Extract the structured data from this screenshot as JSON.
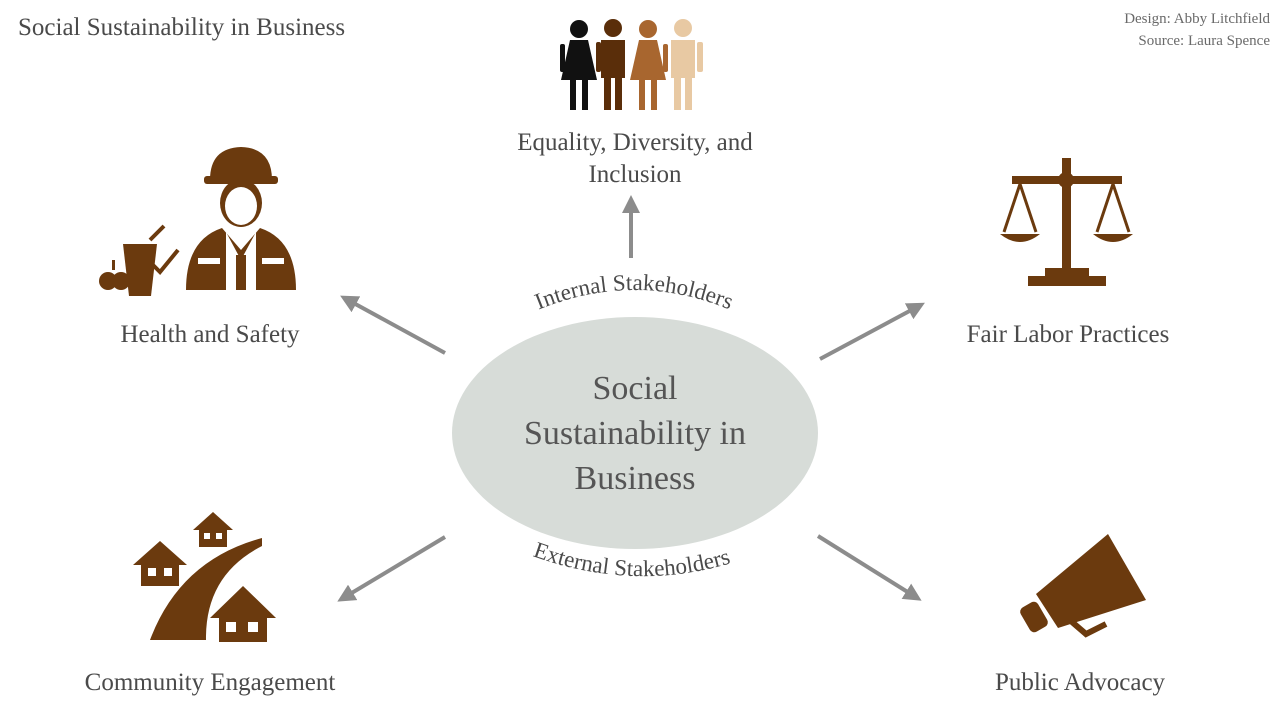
{
  "header": {
    "title": "Social Sustainability in Business",
    "credit_design": "Design: Abby Litchfield",
    "credit_source": "Source: Laura Spence"
  },
  "center": {
    "line1": "Social",
    "line2": "Sustainability in",
    "line3": "Business",
    "internal_label": "Internal Stakeholders",
    "external_label": "External Stakeholders"
  },
  "nodes": {
    "top": {
      "line1": "Equality, Diversity, and",
      "line2": "Inclusion",
      "icon": "diverse-people-icon"
    },
    "top_left": {
      "label": "Health and Safety",
      "icon": "worker-icon"
    },
    "top_right": {
      "label": "Fair Labor Practices",
      "icon": "scales-icon"
    },
    "bottom_left": {
      "label": "Community Engagement",
      "icon": "houses-road-icon"
    },
    "bottom_right": {
      "label": "Public Advocacy",
      "icon": "megaphone-icon"
    }
  },
  "colors": {
    "brown": "#6b3a0e",
    "ellipse": "#d7dcd8",
    "arrow": "#8c8c8c",
    "text": "#4a4a4a",
    "skin_dark": "#5a2e0a",
    "skin_mid": "#a8662f",
    "skin_light": "#e8c9a3"
  }
}
